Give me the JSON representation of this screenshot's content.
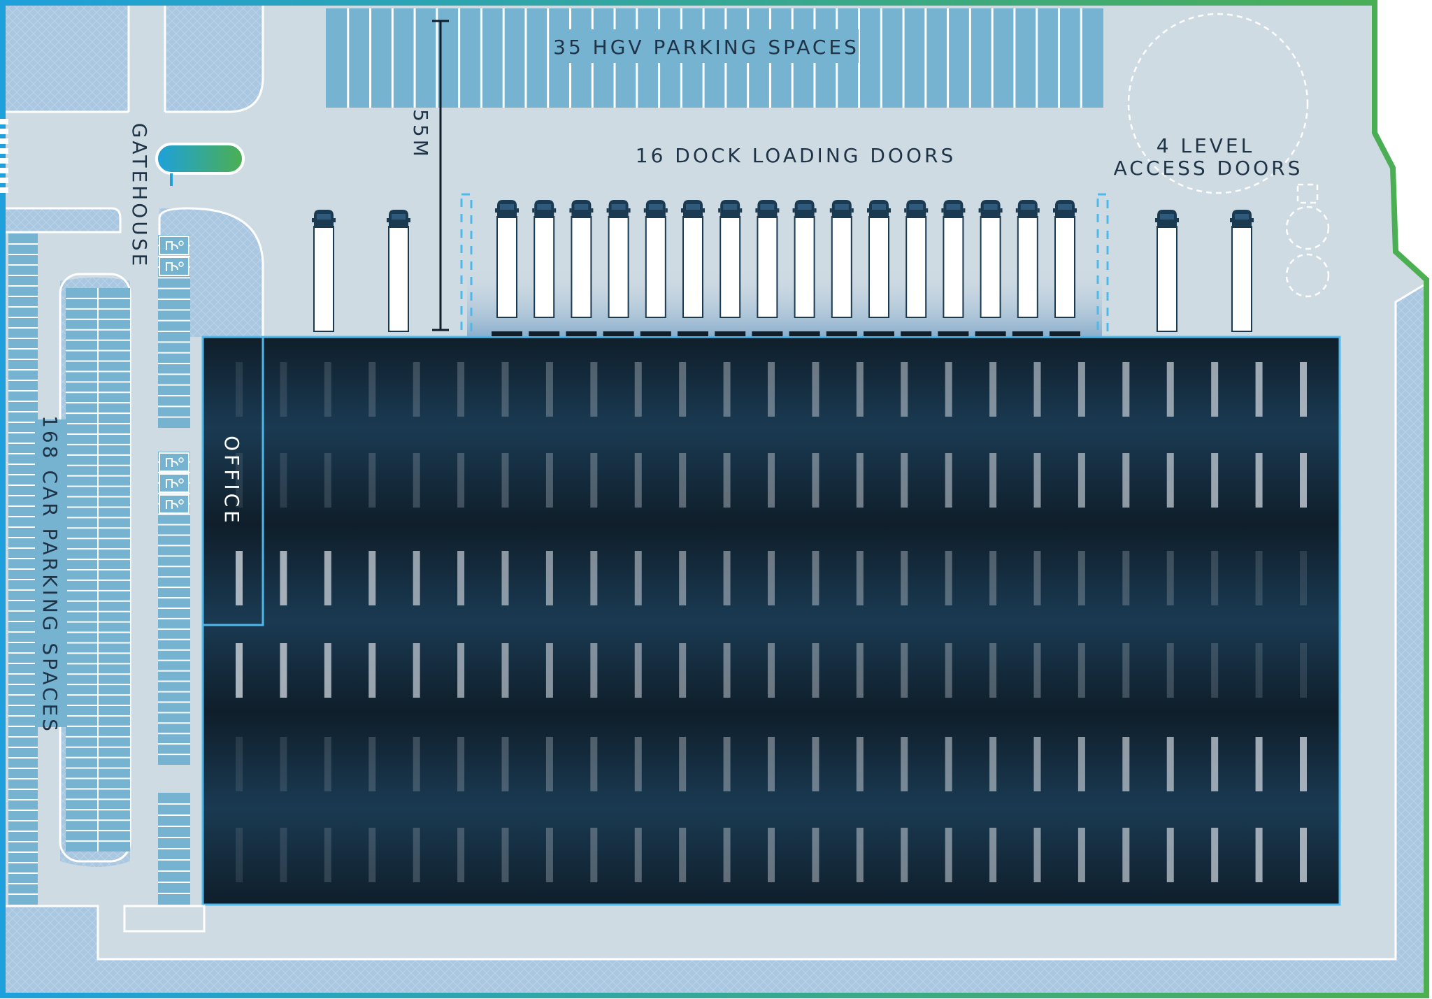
{
  "labels": {
    "hgv_parking": "35 HGV PARKING SPACES",
    "dock_doors": "16 DOCK LOADING DOORS",
    "level_doors_line1": "4 LEVEL",
    "level_doors_line2": "ACCESS DOORS",
    "gatehouse": "GATEHOUSE",
    "dimension": "55M",
    "office": "OFFICE",
    "car_parking": "168 CAR PARKING SPACES"
  },
  "counts": {
    "hgv_spaces": 35,
    "dock_doors": 16,
    "level_doors": 4,
    "car_spaces": 168
  },
  "colors": {
    "site_boundary_start": "#1ea0dc",
    "site_boundary_end": "#4caf50",
    "yard": "#cfdbe3",
    "landscape": "#a9c7e0",
    "parking_bay": "#76b3d1",
    "warehouse": "#112433",
    "warehouse_mid": "#1a3a52",
    "outline": "#4fb8ea",
    "text": "#1f3347"
  },
  "icons": [
    "truck-icon",
    "ev-charger-icon",
    "gatehouse-barrier-icon"
  ]
}
